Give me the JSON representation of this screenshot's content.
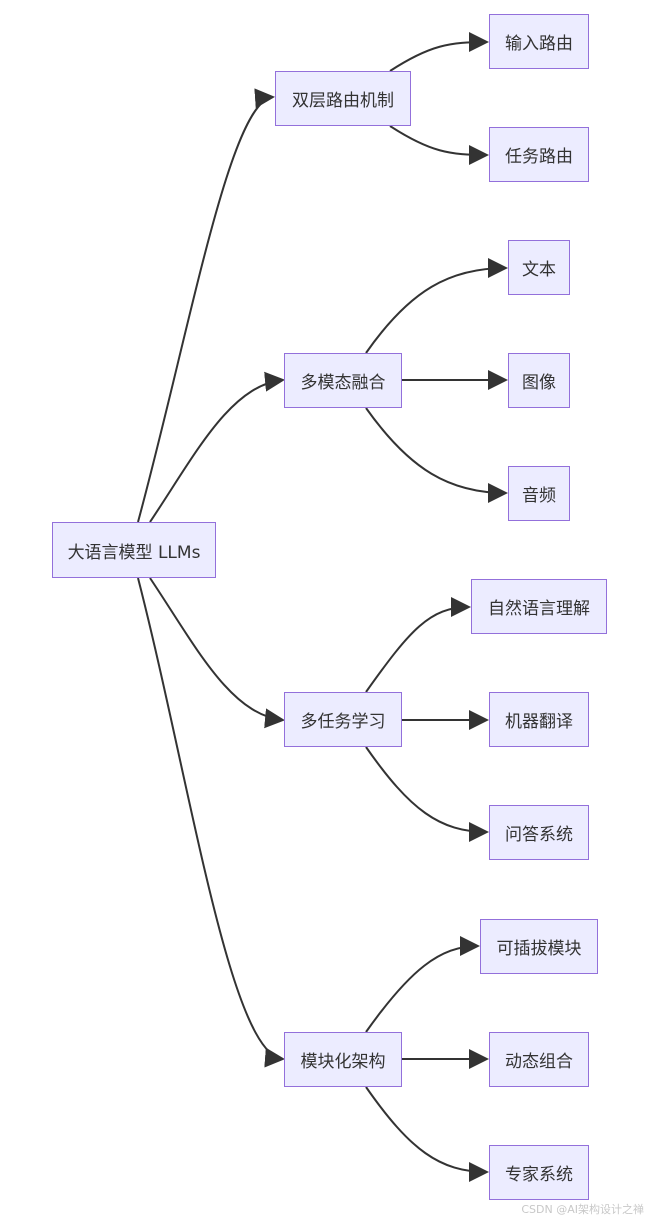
{
  "diagram": {
    "root": "大语言模型 LLMs",
    "branches": [
      {
        "label": "双层路由机制",
        "children": [
          "输入路由",
          "任务路由"
        ]
      },
      {
        "label": "多模态融合",
        "children": [
          "文本",
          "图像",
          "音频"
        ]
      },
      {
        "label": "多任务学习",
        "children": [
          "自然语言理解",
          "机器翻译",
          "问答系统"
        ]
      },
      {
        "label": "模块化架构",
        "children": [
          "可插拔模块",
          "动态组合",
          "专家系统"
        ]
      }
    ]
  },
  "colors": {
    "node_fill": "#ececff",
    "node_border": "#9370db",
    "edge": "#333333",
    "text": "#333333"
  },
  "watermark": "CSDN @AI架构设计之禅"
}
